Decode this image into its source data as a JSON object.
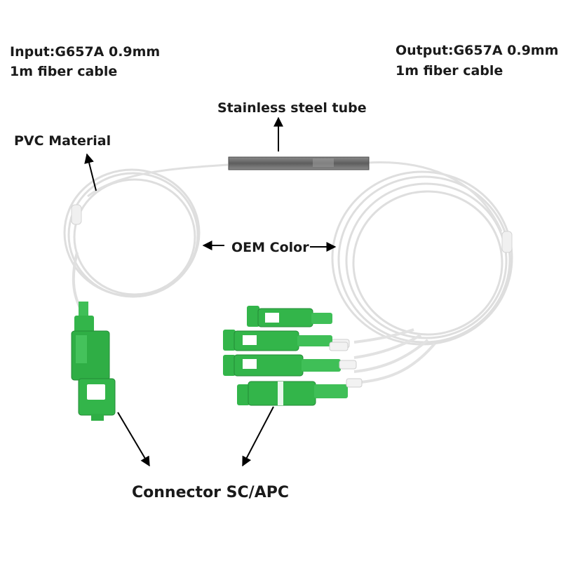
{
  "labels": {
    "input_line1": "Input:G657A 0.9mm",
    "input_line2": "1m fiber cable",
    "output_line1": "Output:G657A 0.9mm",
    "output_line2": "1m fiber cable",
    "steel_tube": "Stainless steel tube",
    "pvc": "PVC Material",
    "oem": "OEM Color",
    "connector": "Connector SC/APC"
  },
  "colors": {
    "connector_green": "#33b54a",
    "steel_tube": "#6f6f6f",
    "fiber_jacket": "#e6e6e6",
    "arrow": "#000000",
    "text": "#1a1a1a"
  },
  "icons": {
    "arrows": "arrow-icon",
    "connector": "sc-apc-connector-icon"
  }
}
